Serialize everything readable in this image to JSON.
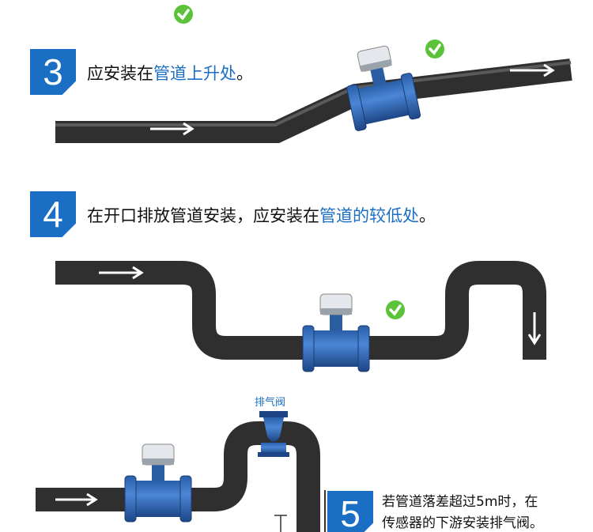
{
  "step3": {
    "number": "3",
    "text_plain": "应安装在",
    "text_highlight": "管道上升处",
    "text_end": "。"
  },
  "step4": {
    "number": "4",
    "text_plain": "在开口排放管道安装，应安装在",
    "text_highlight": "管道的较低处",
    "text_end": "。"
  },
  "step5": {
    "number": "5",
    "line1": "若管道落差超过5m时，在",
    "line2": "传感器的下游安装排气阀。",
    "valve_label": "排气阀"
  },
  "colors": {
    "accent": "#1a6fc4",
    "pipe": "#3a3a3a",
    "check": "#5cc23a"
  }
}
